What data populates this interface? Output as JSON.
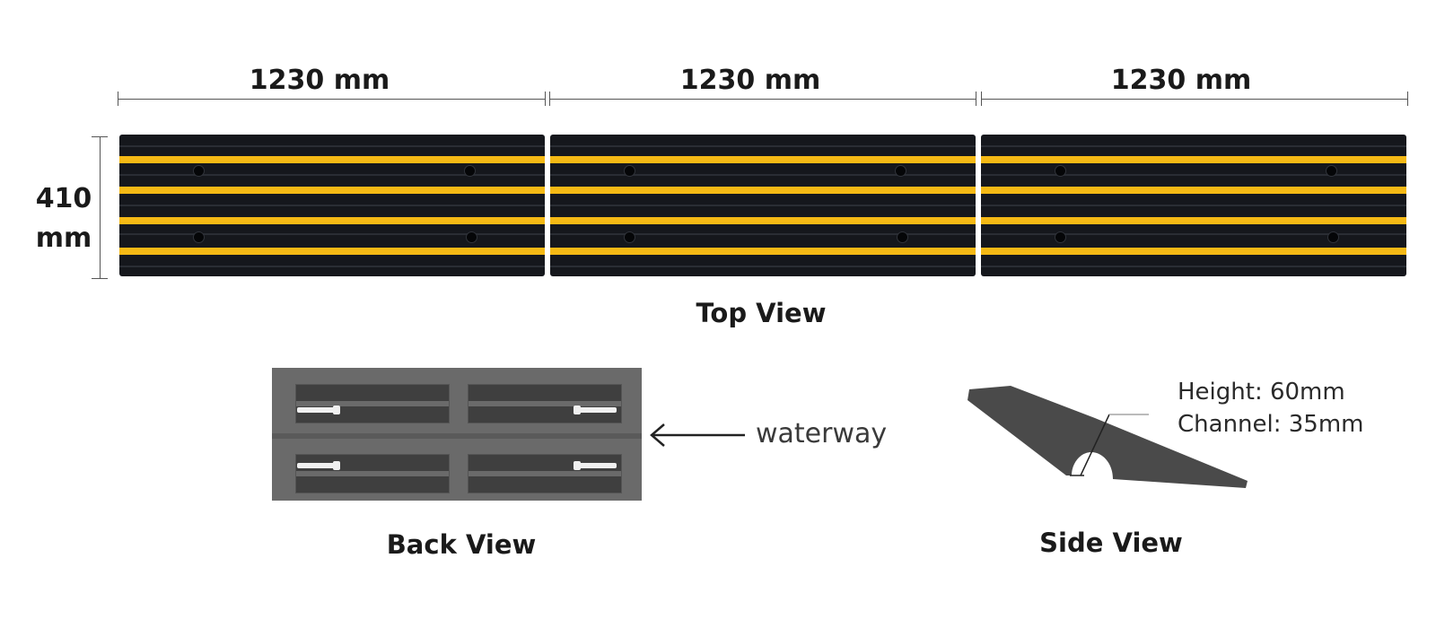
{
  "top_view": {
    "segment_width_label": "1230 mm",
    "height_label": "410\nmm",
    "caption": "Top View",
    "segments": 3
  },
  "back_view": {
    "caption": "Back View",
    "arrow_label": "waterway"
  },
  "side_view": {
    "caption": "Side View",
    "height_spec": "Height: 60mm",
    "channel_spec": "Channel: 35mm"
  },
  "colors": {
    "rubber": "#15171c",
    "stripe": "#f5b915",
    "back_rubber": "#6a6a6a",
    "side_rubber": "#4a4a4a"
  }
}
